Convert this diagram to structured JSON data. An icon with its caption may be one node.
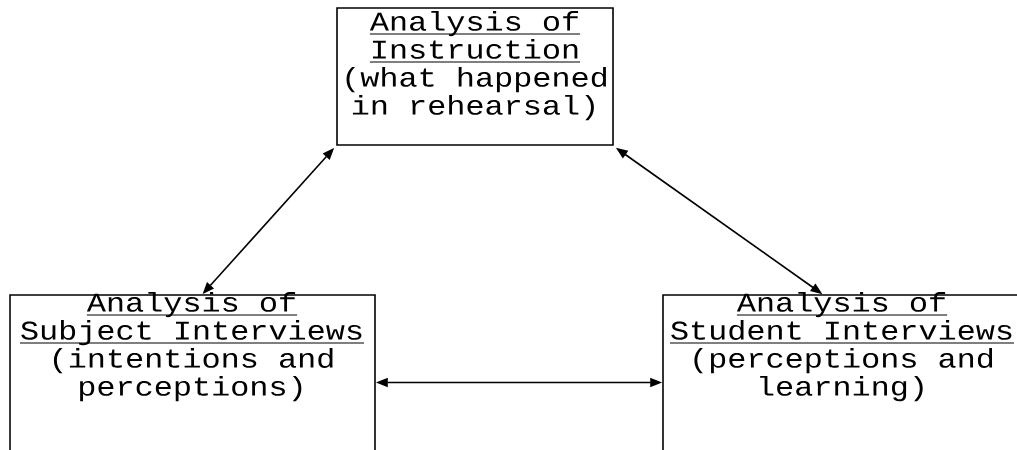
{
  "diagram": {
    "nodes": [
      {
        "text": [
          "Analysis of Instruction",
          "(what happened in rehearsal)"
        ]
      },
      {
        "text": [
          "Analysis of Subject Interviews",
          "(intentions and perceptions)"
        ]
      },
      {
        "text": [
          "Analysis of Student Interviews",
          "(perceptions and learning)"
        ]
      }
    ],
    "edges": [
      {
        "from": 0,
        "to": 1,
        "arrow": "both"
      },
      {
        "from": 0,
        "to": 2,
        "arrow": "both"
      },
      {
        "from": 1,
        "to": 2,
        "arrow": "both"
      }
    ]
  }
}
